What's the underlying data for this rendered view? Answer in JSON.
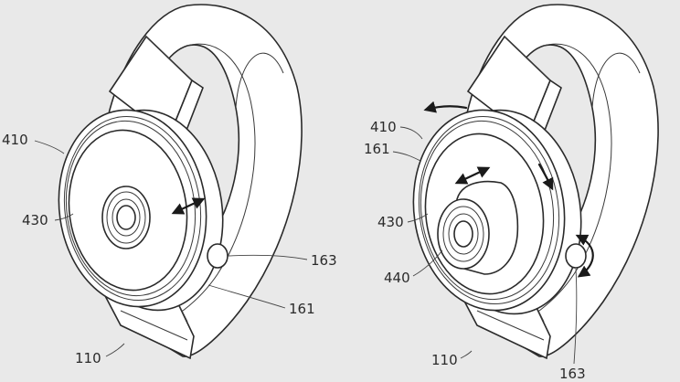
{
  "figure": {
    "left_view": {
      "labels": {
        "l410": "410",
        "l430": "430",
        "l163": "163",
        "l161": "161",
        "l110": "110"
      }
    },
    "right_view": {
      "labels": {
        "l410": "410",
        "l161": "161",
        "l430": "430",
        "l440": "440",
        "l110": "110",
        "l163": "163"
      }
    }
  },
  "colors": {
    "background": "#e9e9e9",
    "line": "#2a2a2a",
    "surface": "#ffffff"
  }
}
